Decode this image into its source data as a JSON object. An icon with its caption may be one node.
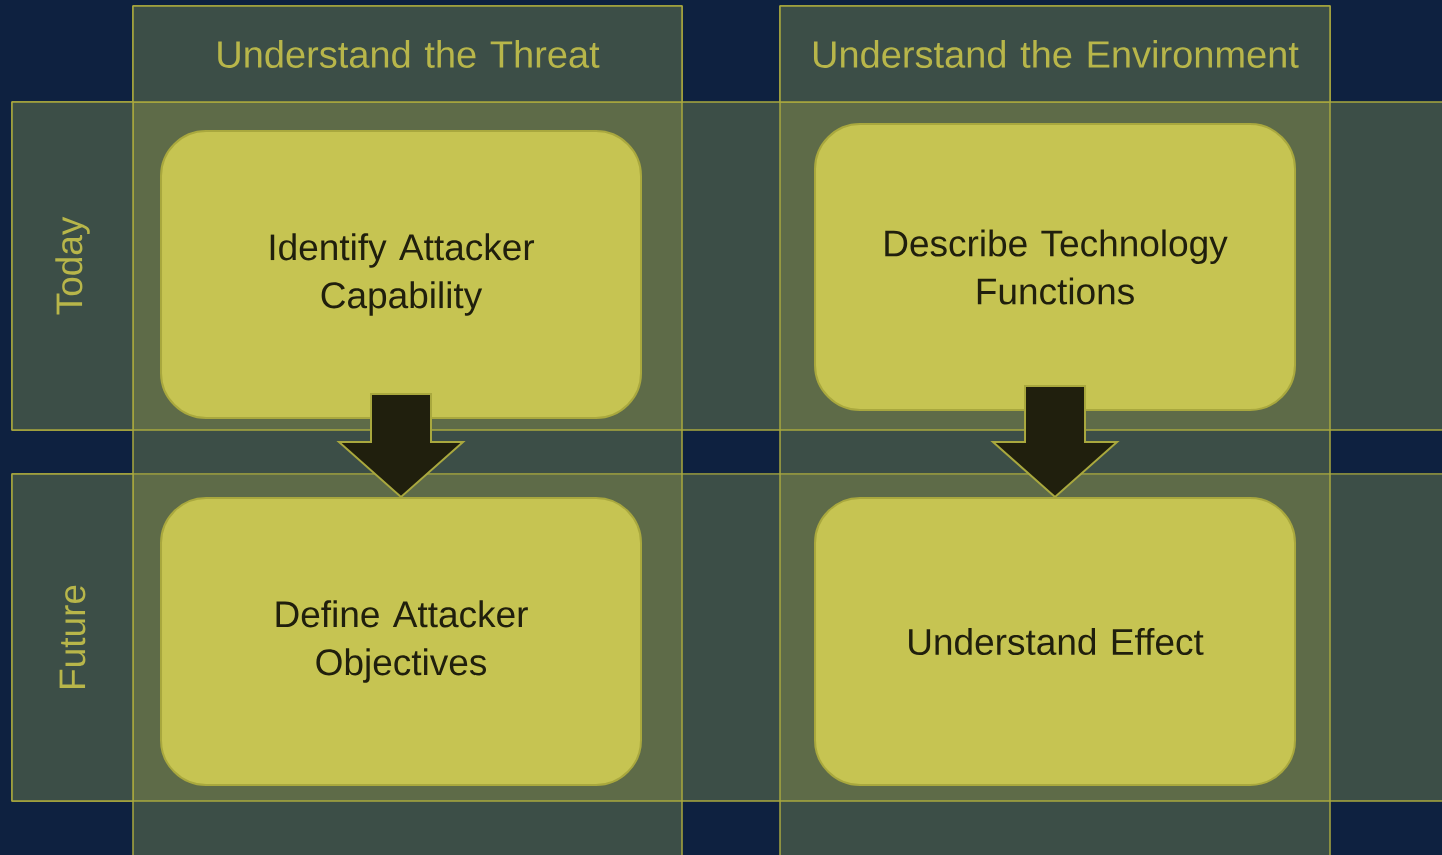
{
  "diagram": {
    "nodes": [
      {
        "text": [
          "Understand the Threat"
        ]
      },
      {
        "text": [
          "Understand the Environment"
        ]
      },
      {
        "text": [
          "Today"
        ]
      },
      {
        "text": [
          "Future"
        ]
      },
      {
        "text": [
          "Identify Attacker Capability"
        ]
      },
      {
        "text": [
          "Describe Technology Functions"
        ]
      },
      {
        "text": [
          "Define Attacker Objectives"
        ]
      },
      {
        "text": [
          "Understand Effect"
        ]
      }
    ],
    "edges": [
      {
        "from": 4,
        "to": 6,
        "arrow": "to",
        "style": "thick"
      },
      {
        "from": 5,
        "to": 7,
        "arrow": "to",
        "style": "thick"
      }
    ]
  }
}
